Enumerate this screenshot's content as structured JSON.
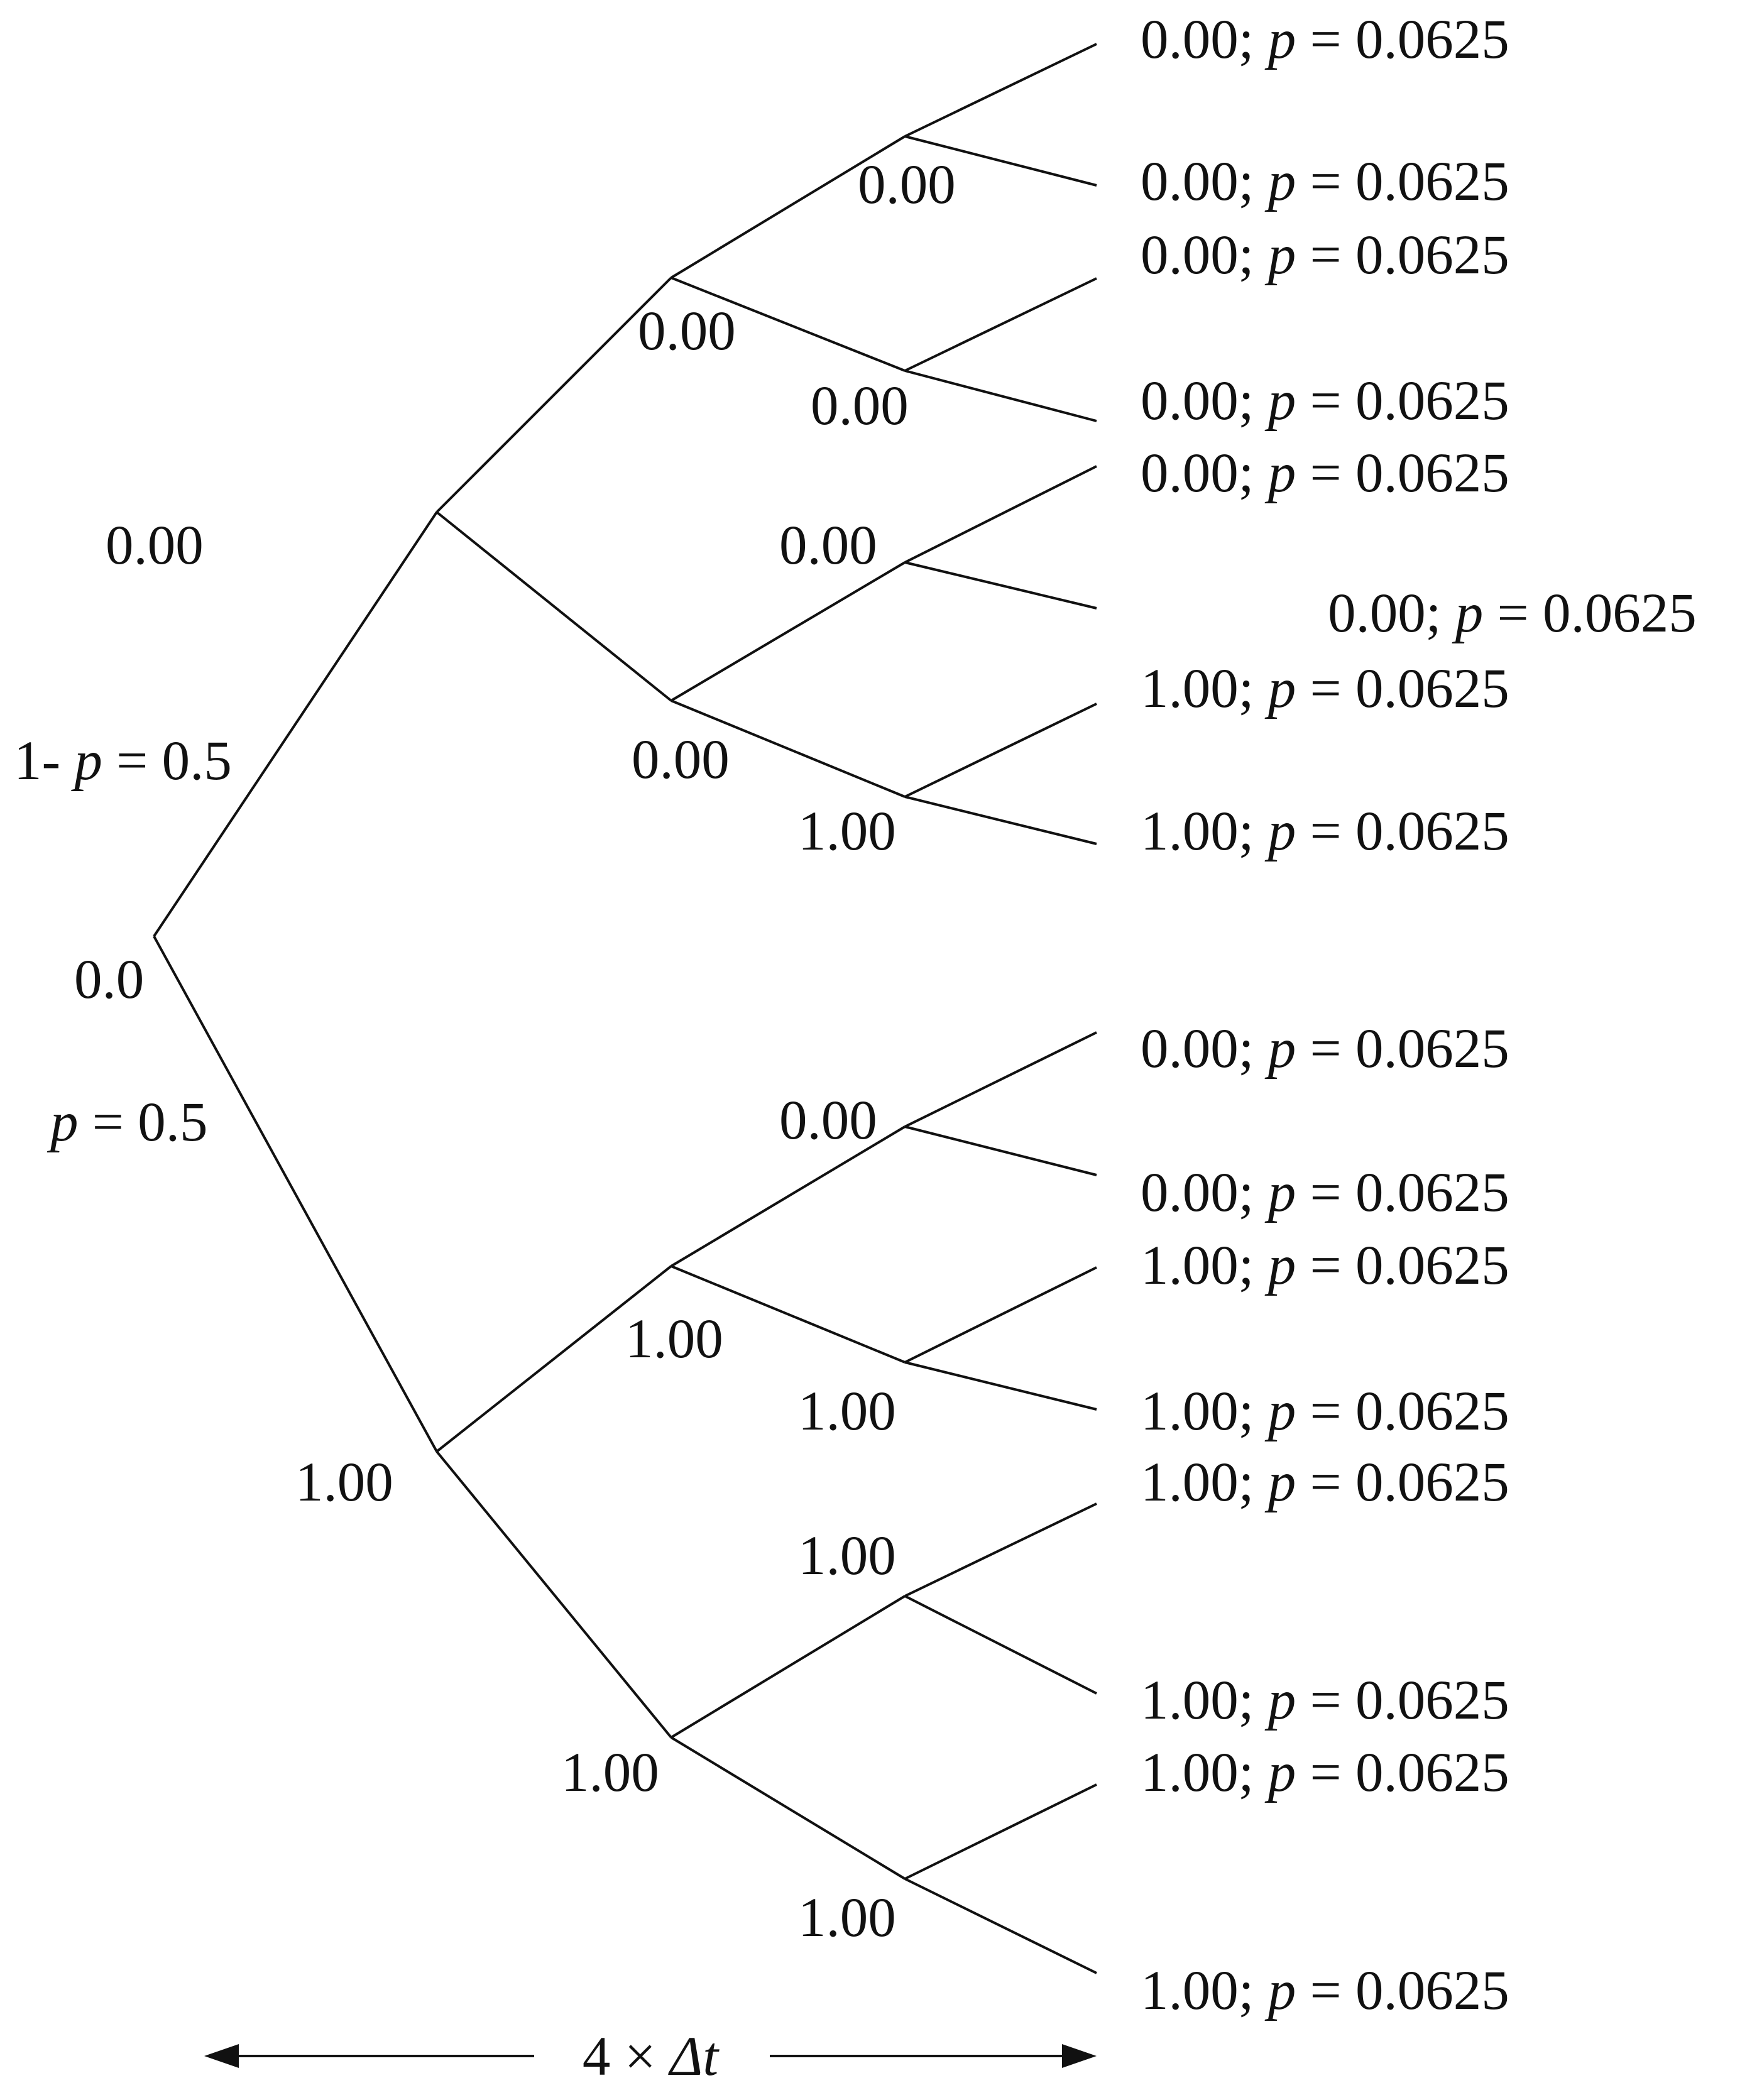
{
  "diagram": {
    "root_value": "0.0",
    "branch_up_prob": "1- p = 0.5",
    "branch_up_prob_prefix": "1- ",
    "branch_down_prob": "p = 0.5",
    "prob_symbol": "p",
    "prob_rest": " = 0.5",
    "equals_0625": " = 0.0625",
    "root_upper_label": "0.00",
    "level1": [
      "0.00",
      "1.00"
    ],
    "level2": [
      "0.00",
      "0.00",
      "1.00",
      "1.00"
    ],
    "level3": [
      "0.00",
      "0.00",
      "0.00",
      "1.00",
      "0.00",
      "1.00",
      "1.00",
      "1.00"
    ],
    "leaves": [
      {
        "value": "0.00",
        "p": "0.0625"
      },
      {
        "value": "0.00",
        "p": "0.0625"
      },
      {
        "value": "0.00",
        "p": "0.0625"
      },
      {
        "value": "0.00",
        "p": "0.0625"
      },
      {
        "value": "0.00",
        "p": "0.0625"
      },
      {
        "value": "0.00",
        "p": "0.0625"
      },
      {
        "value": "1.00",
        "p": "0.0625"
      },
      {
        "value": "1.00",
        "p": "0.0625"
      },
      {
        "value": "0.00",
        "p": "0.0625"
      },
      {
        "value": "0.00",
        "p": "0.0625"
      },
      {
        "value": "1.00",
        "p": "0.0625"
      },
      {
        "value": "1.00",
        "p": "0.0625"
      },
      {
        "value": "1.00",
        "p": "0.0625"
      },
      {
        "value": "1.00",
        "p": "0.0625"
      },
      {
        "value": "1.00",
        "p": "0.0625"
      },
      {
        "value": "1.00",
        "p": "0.0625"
      }
    ],
    "time_span_multiplier": "4 × ",
    "time_span_symbol": "Δt"
  }
}
